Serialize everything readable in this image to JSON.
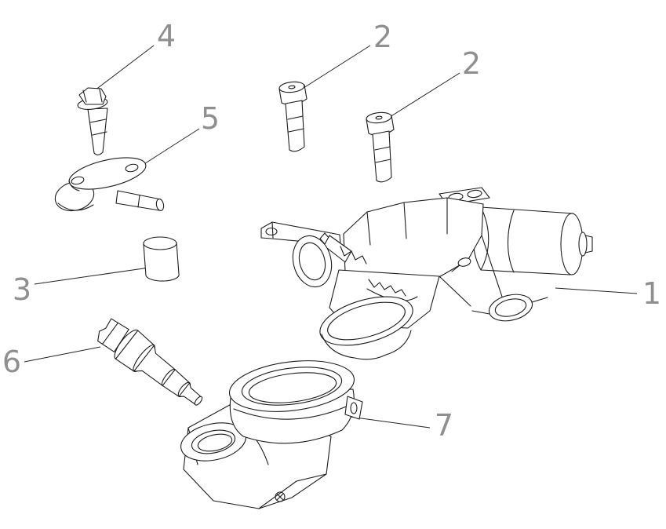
{
  "colors": {
    "background": "#ffffff",
    "line": "#1c1c1c",
    "callout": "#8f8f8f"
  },
  "diagram": {
    "callouts": [
      {
        "label": "4"
      },
      {
        "label": "2"
      },
      {
        "label": "2"
      },
      {
        "label": "5"
      },
      {
        "label": "3"
      },
      {
        "label": "1"
      },
      {
        "label": "6"
      },
      {
        "label": "7"
      }
    ]
  }
}
